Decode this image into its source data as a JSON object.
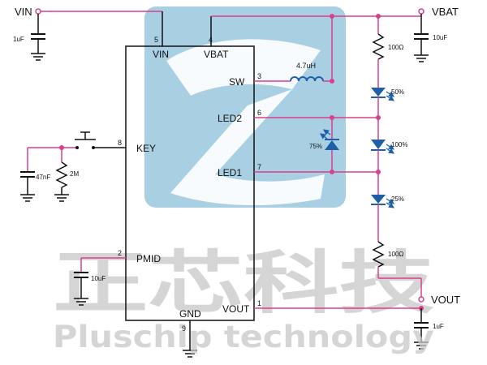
{
  "colors": {
    "wire": "#d9408c",
    "line": "#111111",
    "led": "#1f5fa8",
    "logo_bg": "#a9cfe3",
    "watermark": "#c8c8c8"
  },
  "watermark": {
    "cn": "正芯科技",
    "en": "Pluschip technology"
  },
  "nets": {
    "vin": "VIN",
    "vbat": "VBAT",
    "vout": "VOUT"
  },
  "ic": {
    "pins": {
      "vin": {
        "num": "5",
        "name": "VIN"
      },
      "vbat": {
        "num": "4",
        "name": "VBAT"
      },
      "sw": {
        "num": "3",
        "name": "SW"
      },
      "led2": {
        "num": "6",
        "name": "LED2"
      },
      "led1": {
        "num": "7",
        "name": "LED1"
      },
      "key": {
        "num": "8",
        "name": "KEY"
      },
      "pmid": {
        "num": "2",
        "name": "PMID"
      },
      "vout": {
        "num": "1",
        "name": "VOUT"
      },
      "gnd": {
        "num": "9",
        "name": "GND"
      }
    }
  },
  "components": {
    "c_vin": "1uF",
    "c_vbat": "10uF",
    "r_top": "100Ω",
    "inductor": "4.7uH",
    "led_50": "50%",
    "led_75": "75%",
    "led_100": "100%",
    "led_25": "25%",
    "r_bottom": "100Ω",
    "c_key": "47nF",
    "r_key": "2M",
    "c_pmid": "10uF",
    "c_vout": "1uF"
  }
}
